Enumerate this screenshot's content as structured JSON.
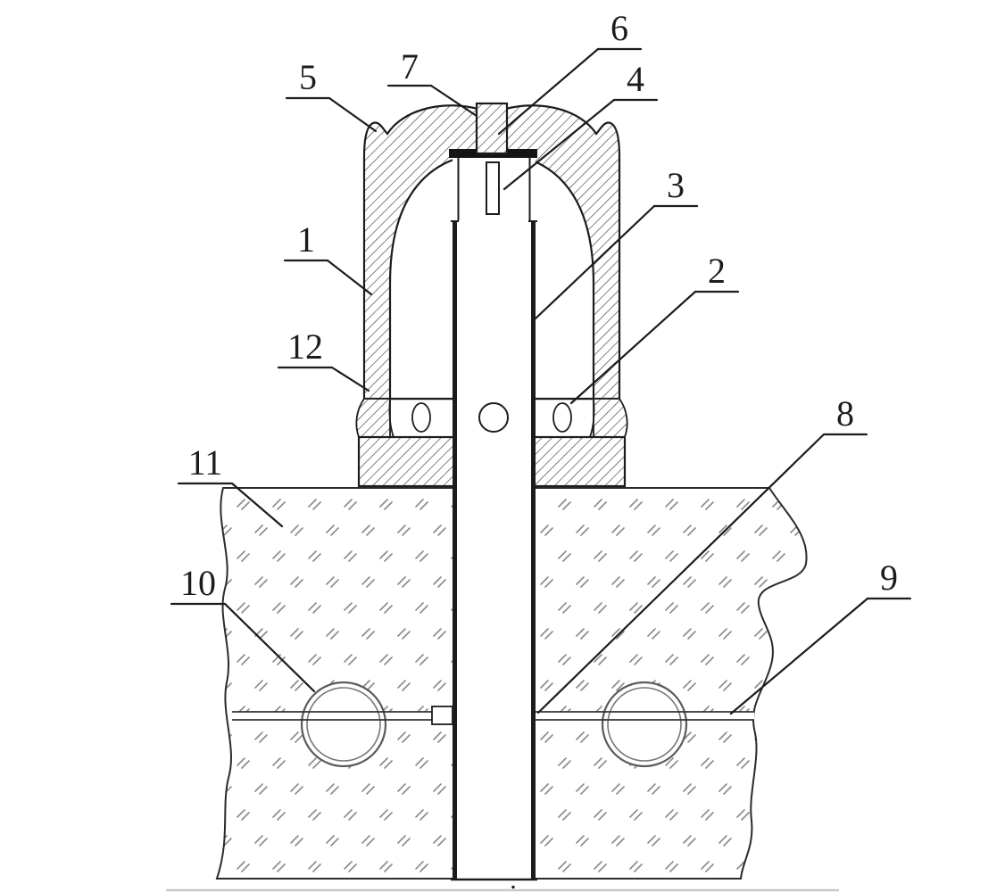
{
  "figure": {
    "type": "patent-cross-section-drawing",
    "background": "#ffffff",
    "ink": "#1c1c1c",
    "hatch_color": "#3f3f3f",
    "ground_mark_color": "#8d8d8d",
    "pipe_ring_color": "#5a5a5a"
  },
  "callouts": [
    {
      "label": "1"
    },
    {
      "label": "2"
    },
    {
      "label": "3"
    },
    {
      "label": "4"
    },
    {
      "label": "5"
    },
    {
      "label": "6"
    },
    {
      "label": "7"
    },
    {
      "label": "8"
    },
    {
      "label": "9"
    },
    {
      "label": "10"
    },
    {
      "label": "11"
    },
    {
      "label": "12"
    }
  ],
  "caption": {
    "mark": "."
  }
}
